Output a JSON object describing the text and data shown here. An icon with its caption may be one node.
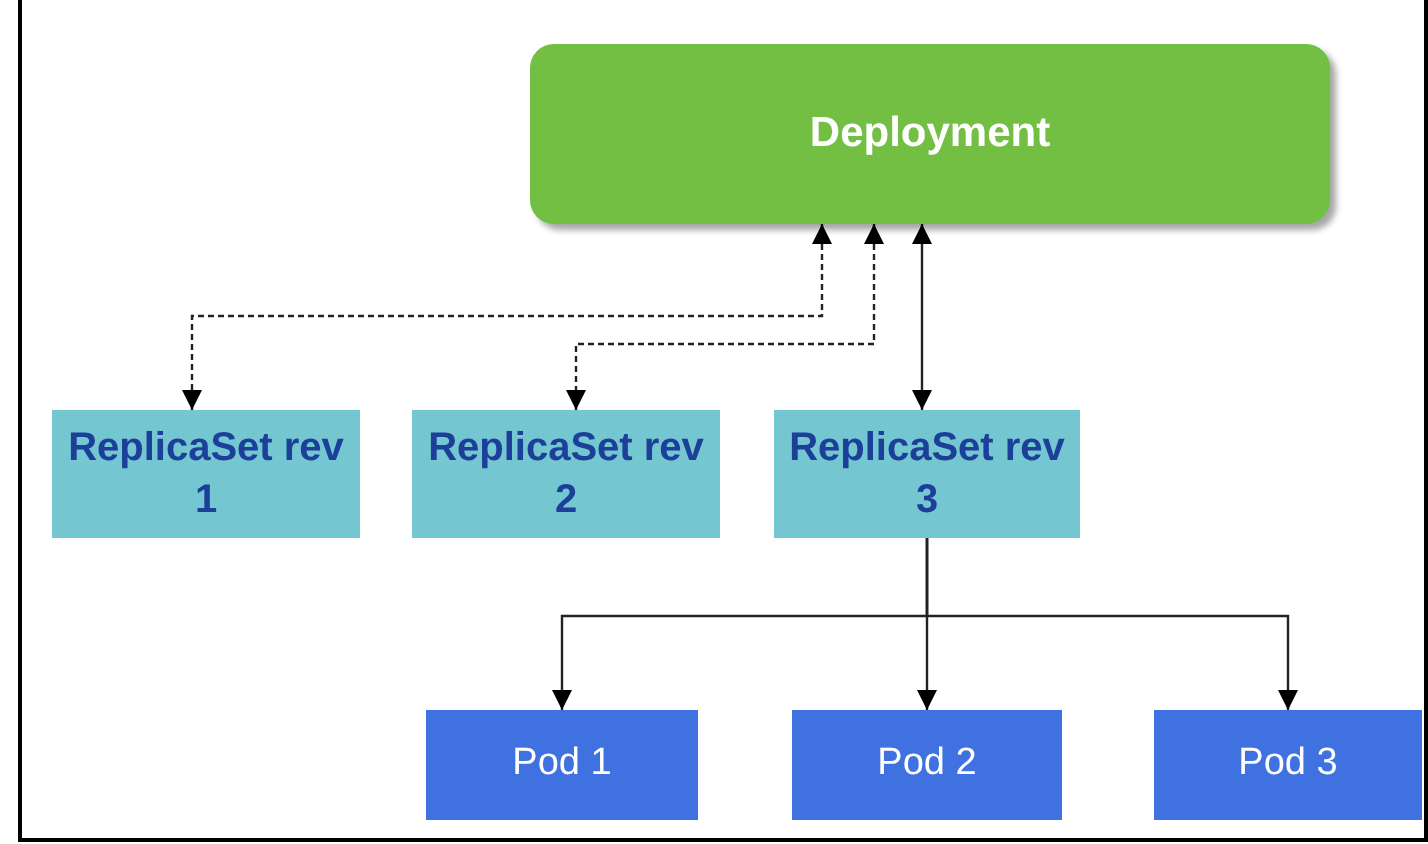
{
  "diagram": {
    "nodes": [
      {
        "text": [
          "Deployment"
        ]
      },
      {
        "text": [
          "ReplicaSet rev 1"
        ]
      },
      {
        "text": [
          "ReplicaSet rev 2"
        ]
      },
      {
        "text": [
          "ReplicaSet rev 3"
        ]
      },
      {
        "text": [
          "Pod 1"
        ]
      },
      {
        "text": [
          "Pod 2"
        ]
      },
      {
        "text": [
          "Pod 3"
        ]
      }
    ],
    "edges": [
      {
        "from": 0,
        "to": 1,
        "arrow": "both",
        "style": "dashed"
      },
      {
        "from": 0,
        "to": 2,
        "arrow": "both",
        "style": "dashed"
      },
      {
        "from": 0,
        "to": 3,
        "arrow": "both"
      },
      {
        "from": 3,
        "to": 4,
        "arrow": "to"
      },
      {
        "from": 3,
        "to": 5,
        "arrow": "to"
      },
      {
        "from": 3,
        "to": 6,
        "arrow": "to"
      }
    ]
  }
}
